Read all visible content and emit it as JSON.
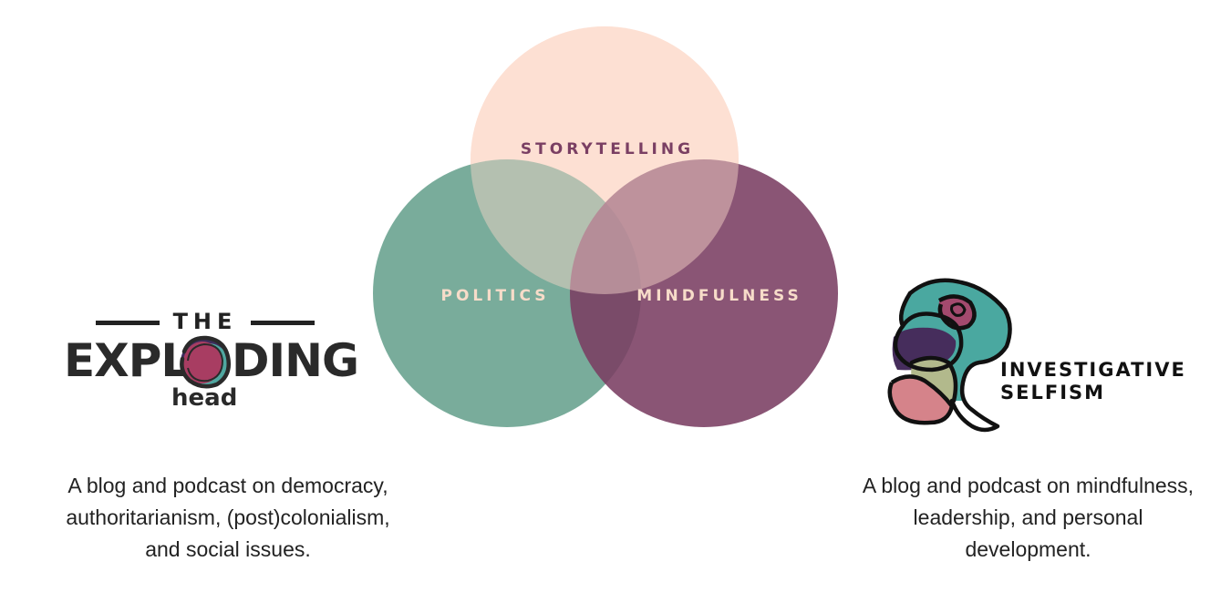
{
  "venn": {
    "circles": [
      {
        "label": "STORYTELLING",
        "color": "#fde0d3",
        "opacity": 0.85,
        "label_color": "#7a3f63"
      },
      {
        "label": "POLITICS",
        "color": "#5f9c88",
        "opacity": 0.85,
        "label_color": "#f7dcc9"
      },
      {
        "label": "MINDFULNESS",
        "color": "#7a3e62",
        "opacity": 0.9,
        "label_color": "#f7dcc9"
      }
    ]
  },
  "left_logo": {
    "line1": "THE",
    "word_part1": "EXPL",
    "word_part2": "DING",
    "line3": "head",
    "icon": "exploding-o-icon",
    "colors": [
      "#2a2a2a",
      "#a83d62",
      "#4fa7a0",
      "#3e2d5c"
    ]
  },
  "right_logo": {
    "line1": "INVESTIGATIVE",
    "line2": "SELFISM",
    "icon": "abstract-scribble-icon",
    "colors": [
      "#4aa8a0",
      "#462d5c",
      "#b2b98c",
      "#d5838a",
      "#a34a6e"
    ]
  },
  "captions": {
    "left": [
      "A blog and podcast on democracy,",
      "authoritarianism, (post)colonialism,",
      "and social issues."
    ],
    "right": [
      "A blog and podcast on mindfulness,",
      "leadership, and personal",
      "development."
    ]
  }
}
